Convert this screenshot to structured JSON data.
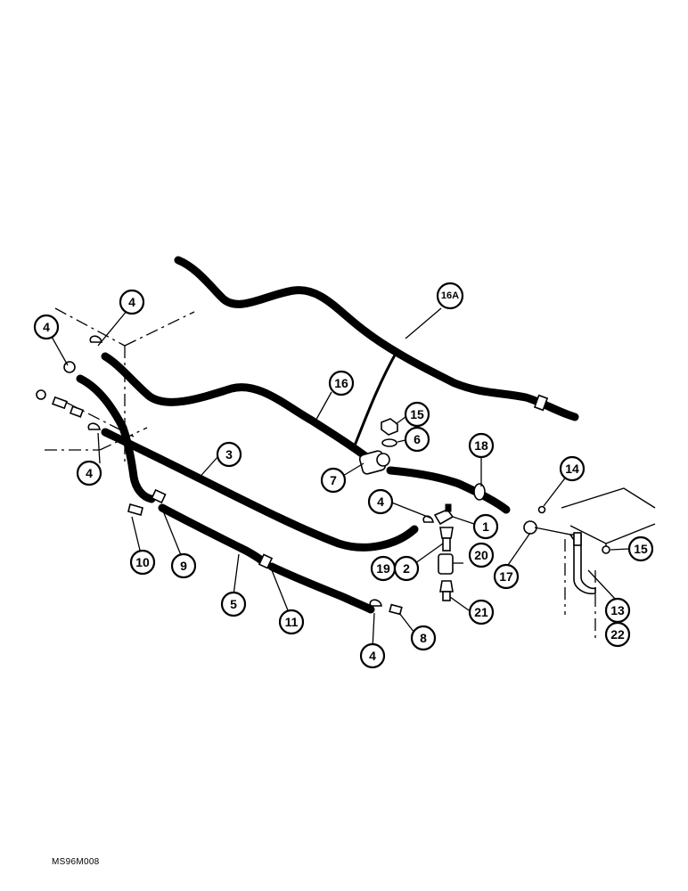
{
  "figure": {
    "code": "MS96M008"
  },
  "callouts": [
    {
      "id": "c-16a",
      "label": "16A"
    },
    {
      "id": "c-4a",
      "label": "4"
    },
    {
      "id": "c-4b",
      "label": "4"
    },
    {
      "id": "c-16",
      "label": "16"
    },
    {
      "id": "c-15a",
      "label": "15"
    },
    {
      "id": "c-6",
      "label": "6"
    },
    {
      "id": "c-4c",
      "label": "4"
    },
    {
      "id": "c-3",
      "label": "3"
    },
    {
      "id": "c-18",
      "label": "18"
    },
    {
      "id": "c-7",
      "label": "7"
    },
    {
      "id": "c-14",
      "label": "14"
    },
    {
      "id": "c-4d",
      "label": "4"
    },
    {
      "id": "c-1",
      "label": "1"
    },
    {
      "id": "c-15b",
      "label": "15"
    },
    {
      "id": "c-20",
      "label": "20"
    },
    {
      "id": "c-10",
      "label": "10"
    },
    {
      "id": "c-9",
      "label": "9"
    },
    {
      "id": "c-19",
      "label": "19"
    },
    {
      "id": "c-2",
      "label": "2"
    },
    {
      "id": "c-17",
      "label": "17"
    },
    {
      "id": "c-5",
      "label": "5"
    },
    {
      "id": "c-11",
      "label": "11"
    },
    {
      "id": "c-21",
      "label": "21"
    },
    {
      "id": "c-13",
      "label": "13"
    },
    {
      "id": "c-8",
      "label": "8"
    },
    {
      "id": "c-22",
      "label": "22"
    },
    {
      "id": "c-4e",
      "label": "4"
    }
  ]
}
